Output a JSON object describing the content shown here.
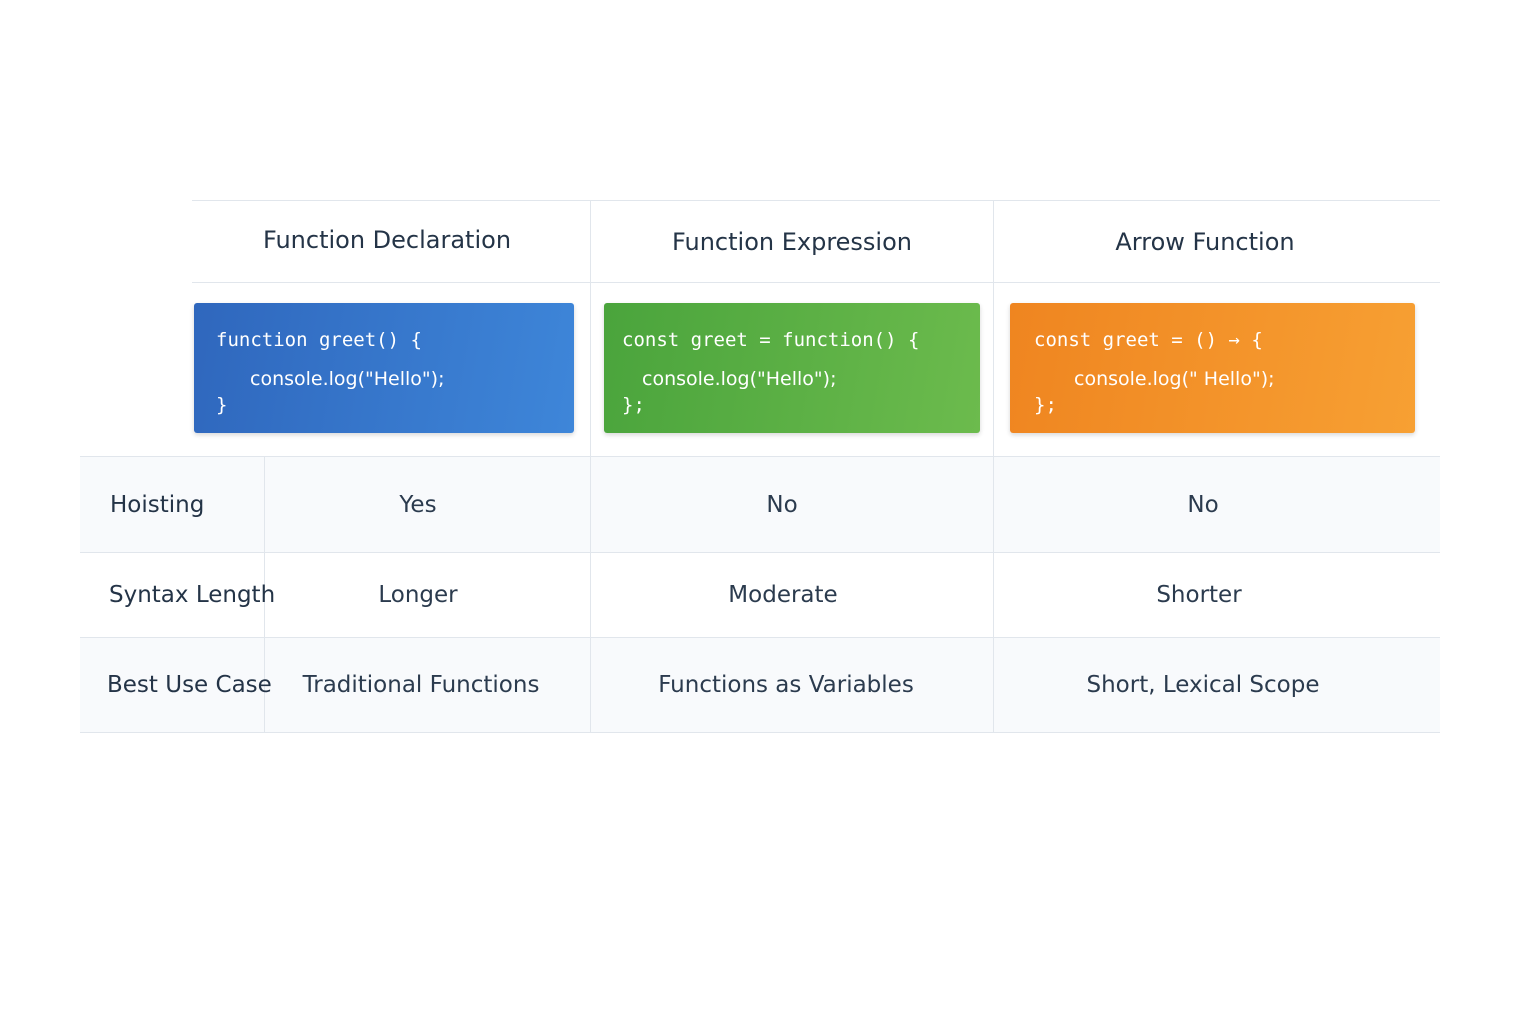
{
  "columns": [
    {
      "title": "Function Declaration",
      "code": [
        "function greet() {",
        "console.log(\"Hello\");",
        "}"
      ]
    },
    {
      "title": "Function Expression",
      "code": [
        "const greet = function() {",
        "console.log(\"Hello\");",
        "};"
      ]
    },
    {
      "title": "Arrow Function",
      "code": [
        "const greet = () → {",
        "console.log(\" Hello\");",
        "};"
      ]
    }
  ],
  "rows": [
    {
      "label": "Hoisting",
      "values": [
        "Yes",
        "No",
        "No"
      ]
    },
    {
      "label": "Syntax Length",
      "values": [
        "Longer",
        "Moderate",
        "Shorter"
      ]
    },
    {
      "label": "Best Use Case",
      "values": [
        "Traditional Functions",
        "Functions as Variables",
        "Short, Lexical Scope"
      ]
    }
  ],
  "colors": {
    "blue_card": "#2f67bd",
    "green_card": "#4aa43c",
    "orange_card": "#ef8520",
    "text": "#243447",
    "border": "#e1e6ec"
  }
}
